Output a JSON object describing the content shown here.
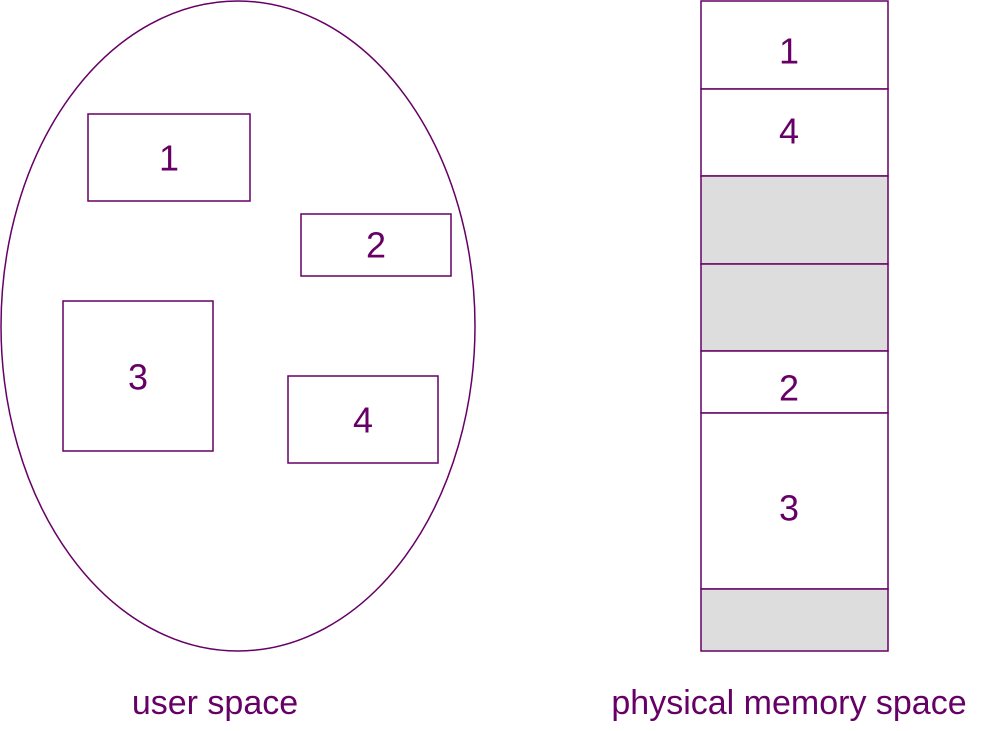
{
  "colors": {
    "stroke": "#660066",
    "text": "#660066",
    "free_fill": "#dddddd",
    "background": "#ffffff"
  },
  "user_space": {
    "caption": "user space",
    "segments": [
      {
        "label": "1"
      },
      {
        "label": "2"
      },
      {
        "label": "3"
      },
      {
        "label": "4"
      }
    ]
  },
  "physical_memory": {
    "caption": "physical memory space",
    "blocks": [
      {
        "label": "1",
        "free": false
      },
      {
        "label": "4",
        "free": false
      },
      {
        "label": "",
        "free": true
      },
      {
        "label": "",
        "free": true
      },
      {
        "label": "2",
        "free": false
      },
      {
        "label": "3",
        "free": false
      },
      {
        "label": "",
        "free": true
      }
    ]
  }
}
